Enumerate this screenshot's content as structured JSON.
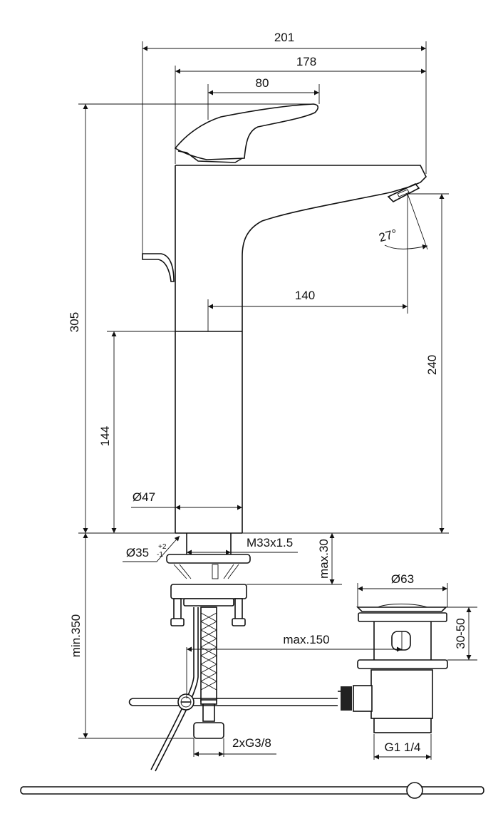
{
  "drawing": {
    "subject": "single-lever basin mixer with pop-up waste",
    "units": "mm",
    "dimensions": {
      "overall_depth": "201",
      "spout_reach_from_body": "178",
      "lever_length": "80",
      "total_height": "305",
      "spout_outlet_height": "240",
      "spout_projection": "140",
      "lower_body_height": "144",
      "body_diameter": "Ø47",
      "hole_diameter": "Ø35",
      "hole_tol_plus": "+2",
      "hole_tol_minus": "-1",
      "thread": "M33x1.5",
      "max_deck_thickness": "max.30",
      "min_hose_length": "min.350",
      "max_rod_distance": "max.150",
      "connections": "2xG3/8",
      "waste_diameter": "Ø63",
      "waste_height_range": "30-50",
      "waste_thread": "G1 1/4",
      "aerator_angle": "27°"
    }
  }
}
